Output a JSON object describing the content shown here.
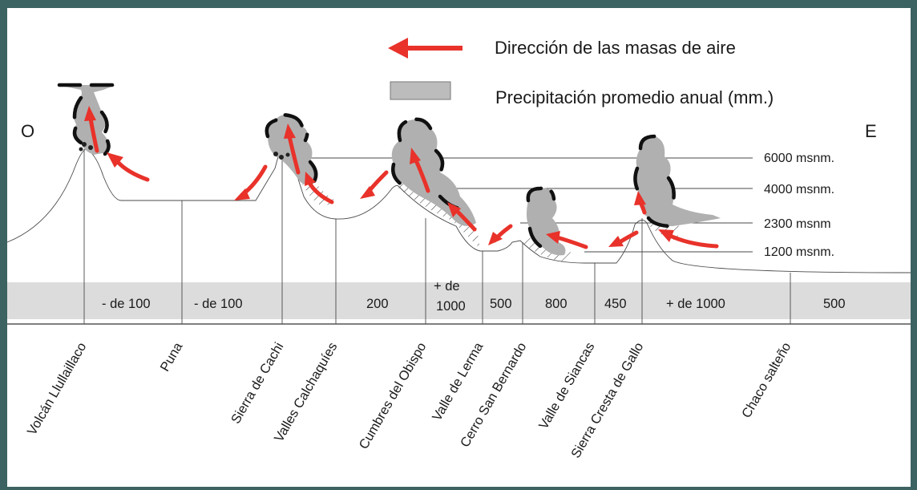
{
  "legend": {
    "direction_label": "Dirección de las masas de aire",
    "precipitation_label": "Precipitación promedio anual (mm.)"
  },
  "orientation": {
    "west": "O",
    "east": "E"
  },
  "altitudes": [
    "6000 msnm.",
    "4000 msnm.",
    "2300 msnm",
    "1200 msnm."
  ],
  "precipitation": {
    "p1": "- de 100",
    "p2": "- de 100",
    "p3": "200",
    "p4_line1": "+ de",
    "p4_line2": "1000",
    "p5": "500",
    "p6": "800",
    "p7": "450",
    "p8": "+ de 1000",
    "p9": "500"
  },
  "locations": [
    "Volcán Llullaillaco",
    "Puna",
    "Sierra de Cachi",
    "Valles Calchaquíes",
    "Cumbres del Obispo",
    "Valle de Lerma",
    "Cerro San Bernardo",
    "Valle de Siancas",
    "Sierra Cresta de Gallo",
    "Chaco salteño"
  ],
  "colors": {
    "frame": "#3d6262",
    "arrow": "#e8322a",
    "cloud": "#b0b0b0",
    "precip_band": "#dcdcdc"
  }
}
